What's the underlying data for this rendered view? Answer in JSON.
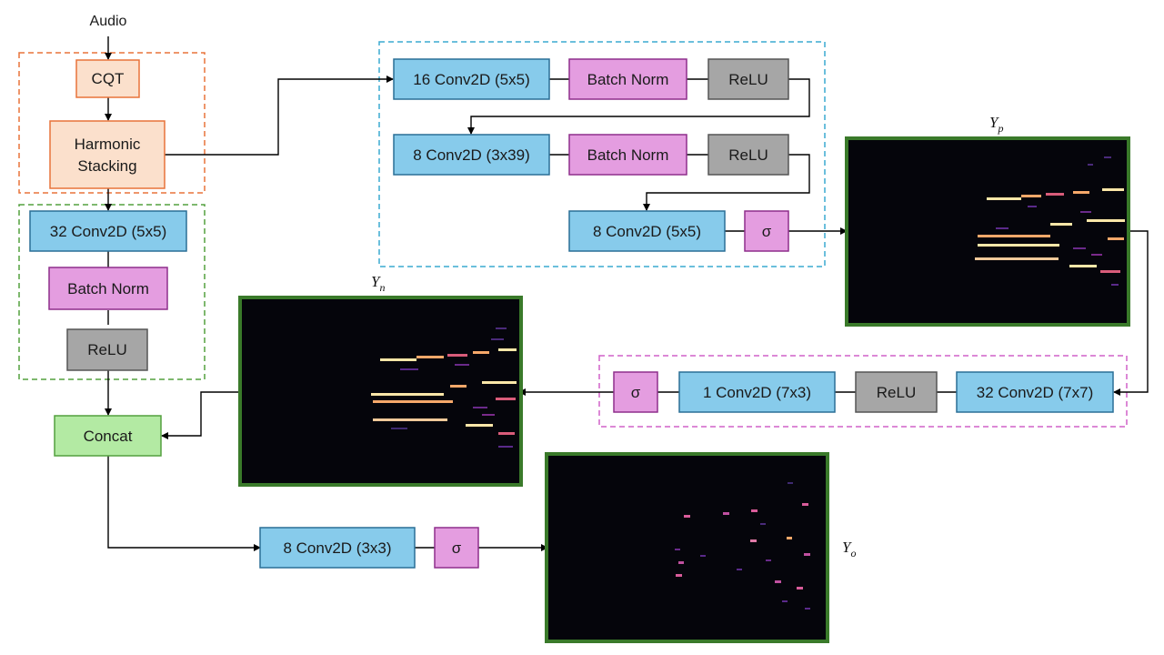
{
  "colors": {
    "cqt_fill": "#fbe0cc",
    "cqt_border": "#e8733a",
    "conv_fill": "#87cbeb",
    "conv_border": "#2a6f96",
    "norm_fill": "#e49de0",
    "norm_border": "#8e2f8c",
    "relu_fill": "#a6a6a6",
    "relu_border": "#555555",
    "concat_fill": "#b3eaa3",
    "concat_border": "#53a03e",
    "frame_green": "#3a7a2a",
    "dash_orange": "#e8733a",
    "dash_green": "#53a03e",
    "dash_blue": "#3aaad0",
    "dash_pink": "#d060c8"
  },
  "input_label": "Audio",
  "front_end": {
    "cqt": "CQT",
    "harmonic_stacking": [
      "Harmonic",
      "Stacking"
    ]
  },
  "shared_branch": {
    "conv": "32 Conv2D (5x5)",
    "norm": "Batch Norm",
    "relu": "ReLU"
  },
  "pitch_branch": {
    "row1": {
      "conv": "16 Conv2D (5x5)",
      "norm": "Batch Norm",
      "relu": "ReLU"
    },
    "row2": {
      "conv": "8 Conv2D (3x39)",
      "norm": "Batch Norm",
      "relu": "ReLU"
    },
    "row3": {
      "conv": "8 Conv2D (5x5)",
      "act": "σ"
    }
  },
  "note_branch": {
    "conv1": "32 Conv2D (7x7)",
    "relu": "ReLU",
    "conv2": "1 Conv2D (7x3)",
    "act": "σ"
  },
  "concat": "Concat",
  "onset_branch": {
    "conv": "8 Conv2D (3x3)",
    "act": "σ"
  },
  "outputs": {
    "yp": {
      "symbol": "Y",
      "subscript": "p"
    },
    "yn": {
      "symbol": "Y",
      "subscript": "n"
    },
    "yo": {
      "symbol": "Y",
      "subscript": "o"
    }
  }
}
